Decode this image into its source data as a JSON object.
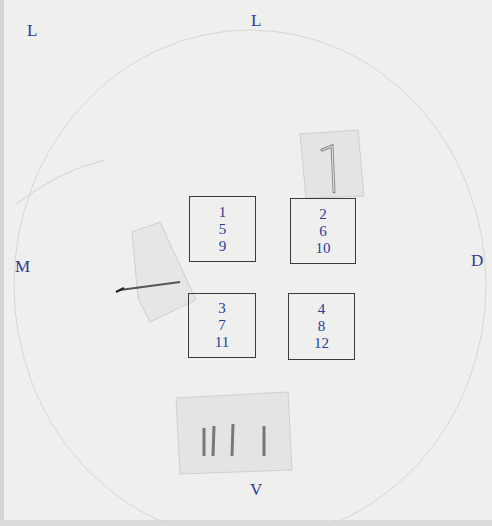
{
  "diagram": {
    "nodes": [
      {
        "text": [
          "1 5 9"
        ]
      },
      {
        "text": [
          "2 6 10"
        ]
      },
      {
        "text": [
          "3 7 11"
        ]
      },
      {
        "text": [
          "4 8 12"
        ]
      }
    ],
    "labels": [
      "L",
      "L",
      "M",
      "D",
      "V"
    ]
  }
}
